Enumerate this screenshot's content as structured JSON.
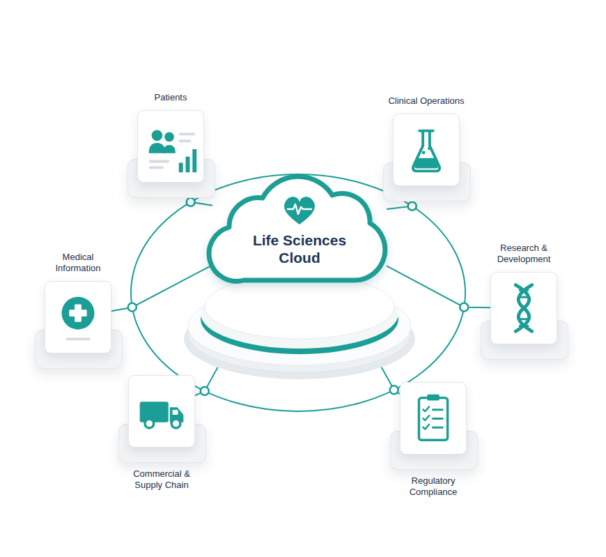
{
  "diagram": {
    "nodes": [
      {
        "text": [
          "Patients"
        ]
      },
      {
        "text": [
          "Clinical Operations"
        ]
      },
      {
        "text": [
          "Life Sciences Cloud"
        ]
      },
      {
        "text": [
          "Medical Information"
        ]
      },
      {
        "text": [
          "Research & Development"
        ]
      },
      {
        "text": [
          "Commercial & Supply Chain"
        ]
      },
      {
        "text": [
          "Regulatory Compliance"
        ]
      }
    ],
    "edges": [
      {
        "from": 2,
        "to": 0,
        "arrow": "none"
      },
      {
        "from": 2,
        "to": 1,
        "arrow": "none"
      },
      {
        "from": 2,
        "to": 3,
        "arrow": "none"
      },
      {
        "from": 2,
        "to": 4,
        "arrow": "none"
      },
      {
        "from": 2,
        "to": 5,
        "arrow": "none"
      },
      {
        "from": 2,
        "to": 6,
        "arrow": "none"
      }
    ]
  }
}
